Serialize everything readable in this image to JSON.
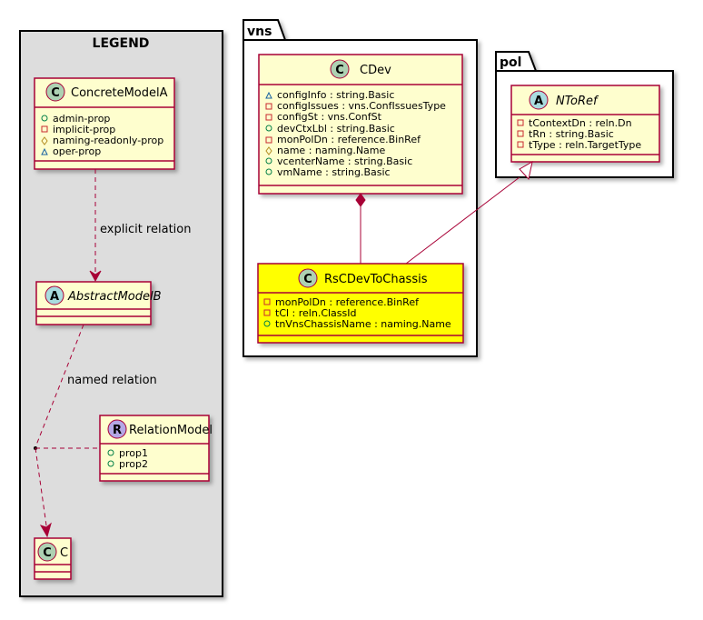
{
  "legend": {
    "title": "LEGEND",
    "concrete": {
      "stereotype": "C",
      "name": "ConcreteModelA",
      "attrs": [
        "admin-prop",
        "implicit-prop",
        "naming-readonly-prop",
        "oper-prop"
      ]
    },
    "abstract": {
      "stereotype": "A",
      "name": "AbstractModelB"
    },
    "relation": {
      "stereotype": "R",
      "name": "RelationModel",
      "attrs": [
        "prop1",
        "prop2"
      ]
    },
    "c": {
      "stereotype": "C",
      "name": "C"
    },
    "edge_explicit": "explicit relation",
    "edge_named": "named relation"
  },
  "vns": {
    "title": "vns",
    "cdev": {
      "stereotype": "C",
      "name": "CDev",
      "attrs": [
        "configInfo : string.Basic",
        "configIssues : vns.ConfIssuesType",
        "configSt : vns.ConfSt",
        "devCtxLbl : string.Basic",
        "monPolDn : reference.BinRef",
        "name : naming.Name",
        "vcenterName : string.Basic",
        "vmName : string.Basic"
      ]
    },
    "rs": {
      "stereotype": "C",
      "name": "RsCDevToChassis",
      "attrs": [
        "monPolDn : reference.BinRef",
        "tCl : reln.ClassId",
        "tnVnsChassisName : naming.Name"
      ]
    }
  },
  "pol": {
    "title": "pol",
    "ntoref": {
      "stereotype": "A",
      "name": "NToRef",
      "attrs": [
        "tContextDn : reln.Dn",
        "tRn : string.Basic",
        "tType : reln.TargetType"
      ]
    }
  },
  "colors": {
    "class_fill": "#FEFECE",
    "class_border": "#A80036",
    "highlight_fill": "#FFFF00",
    "legend_bg": "#DDDDDD",
    "stereo_c": "#ADD1B2",
    "stereo_a": "#A9DCDF",
    "stereo_r": "#B4A7E5"
  }
}
